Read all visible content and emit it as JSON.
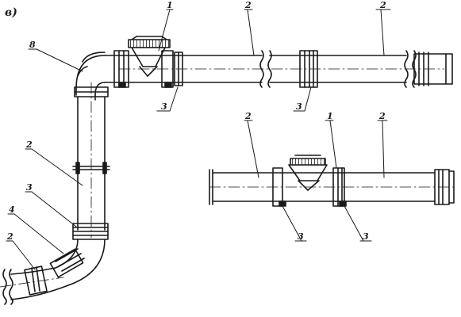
{
  "figure": {
    "label": "в)"
  },
  "callouts": {
    "upper": {
      "elbow": "8",
      "fitting": "1",
      "pipe_a": "2",
      "pipe_b": "2",
      "support_a": "3",
      "support_b": "3"
    },
    "lower": {
      "pipe_a": "2",
      "fitting": "1",
      "pipe_b": "2",
      "support_a": "3",
      "support_b": "3"
    },
    "riser": {
      "pipe": "2",
      "coupling": "3",
      "bend": "4",
      "outlet": "2"
    }
  },
  "colors": {
    "ink": "#1a1a1a",
    "paper": "#ffffff"
  }
}
